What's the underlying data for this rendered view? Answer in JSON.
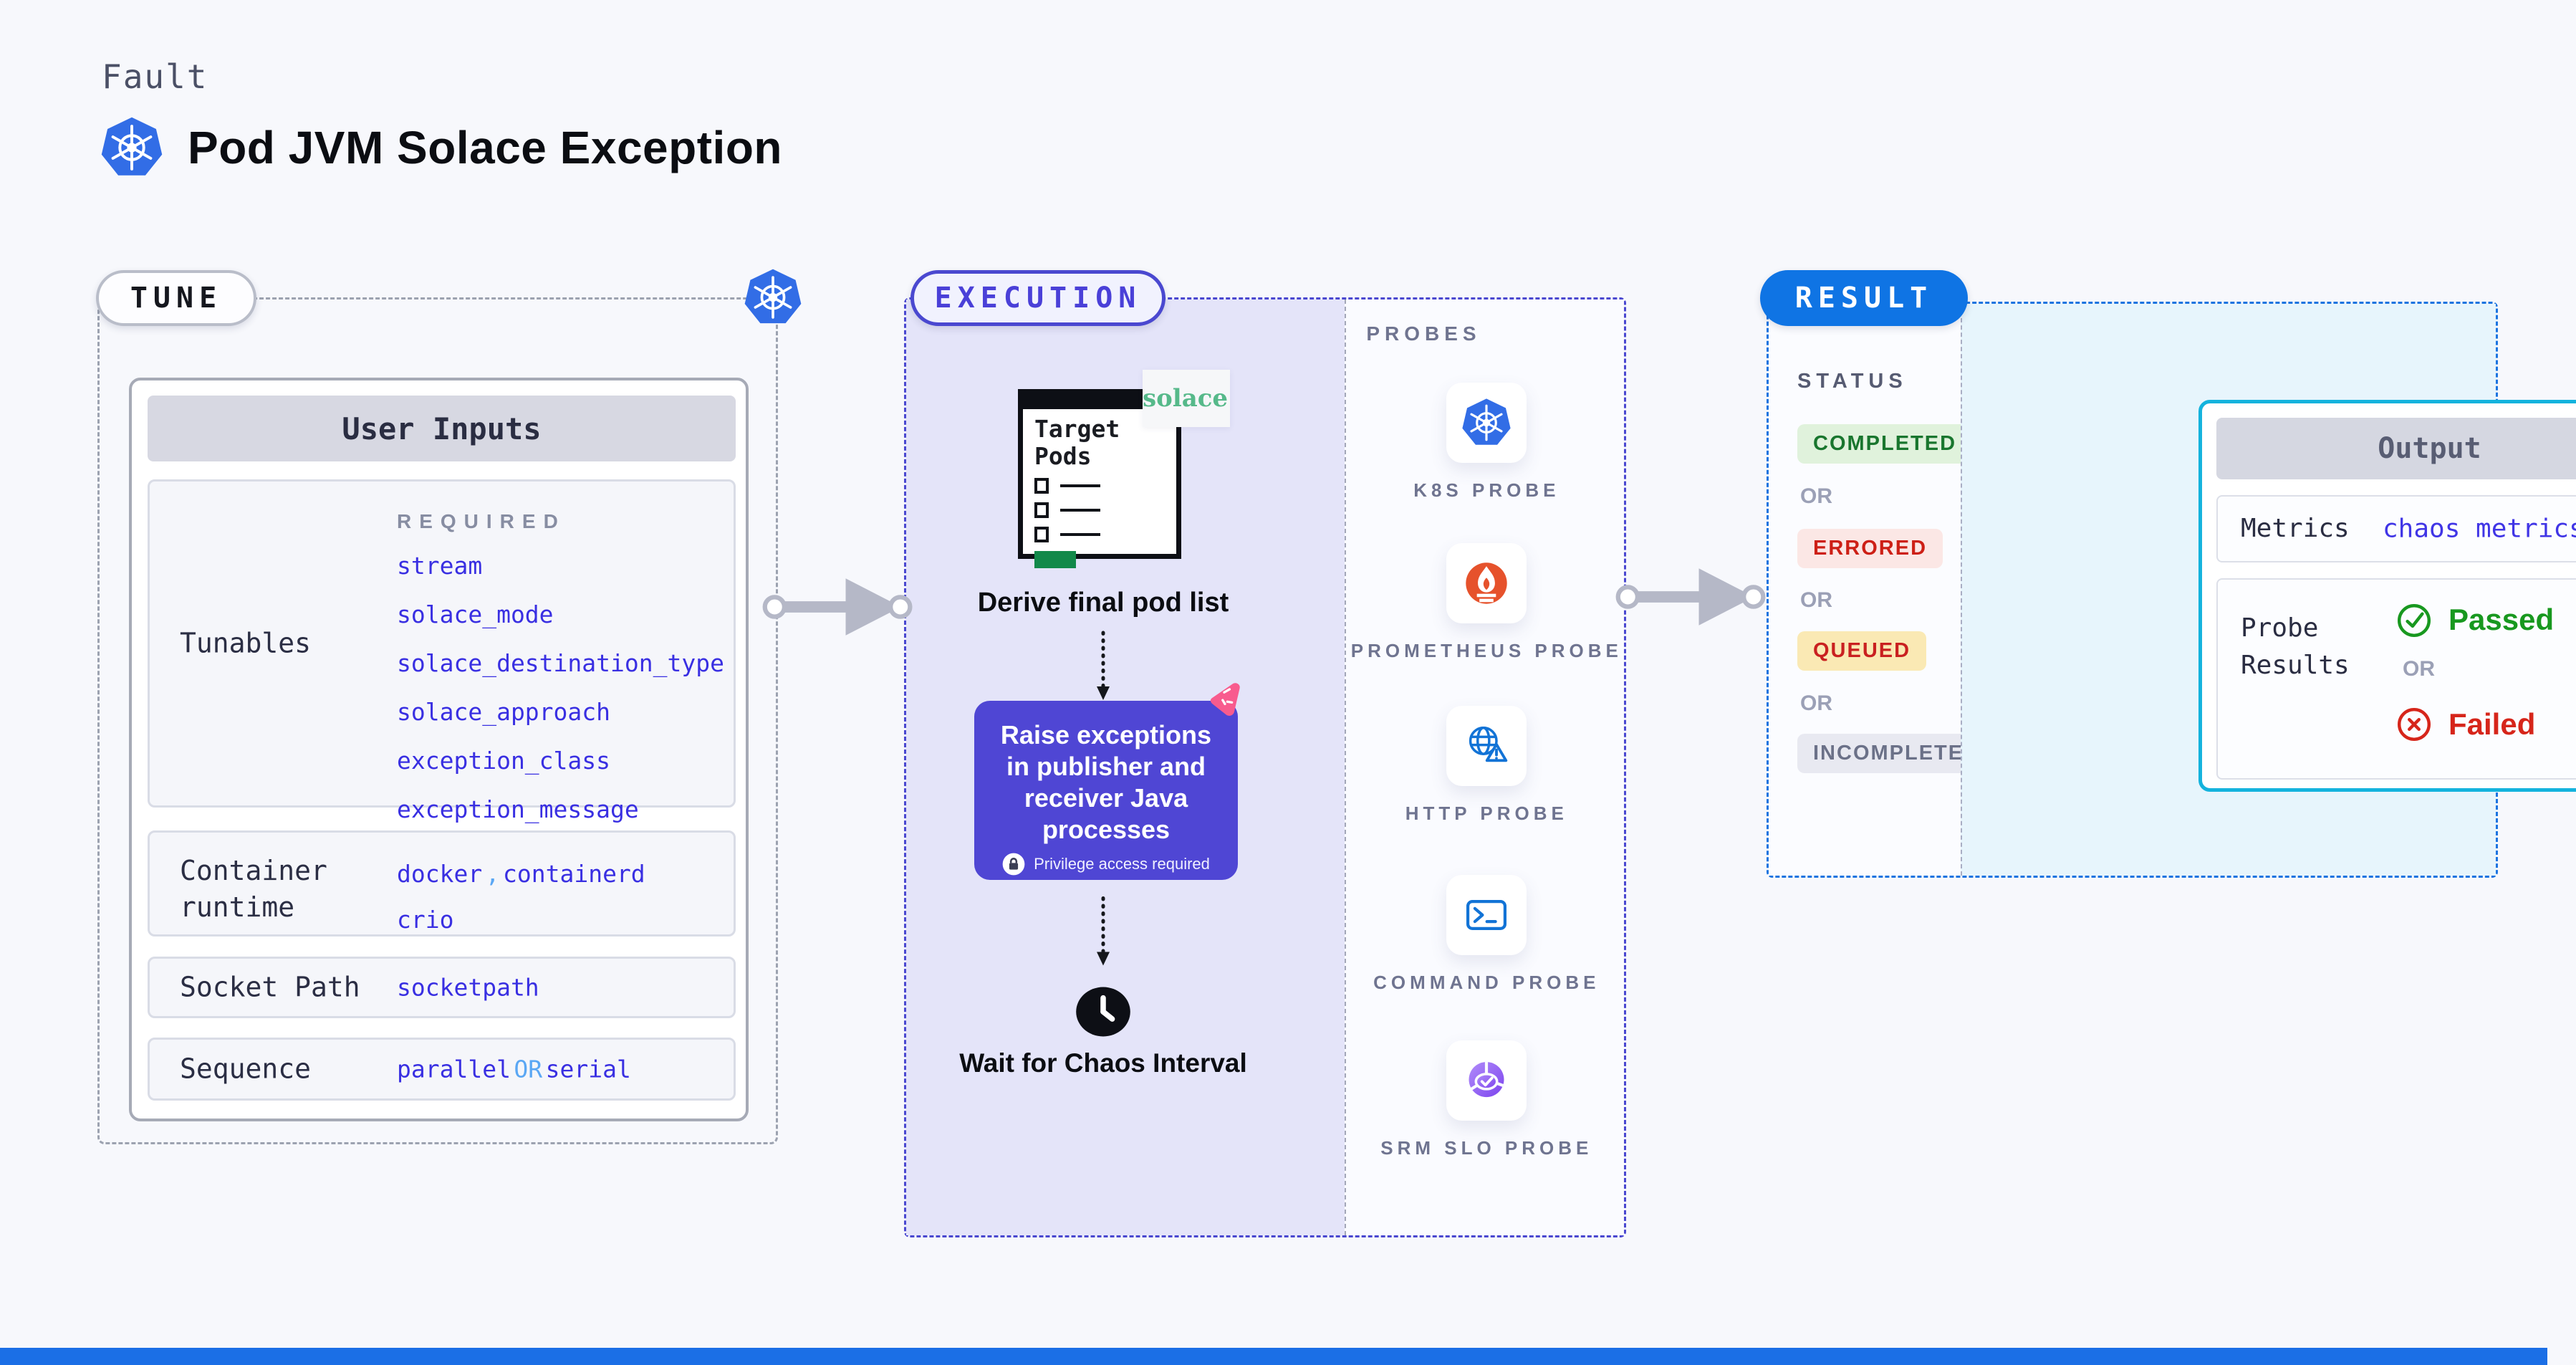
{
  "page": {
    "kicker": "Fault",
    "title": "Pod JVM Solace Exception"
  },
  "tune": {
    "label": "TUNE",
    "user_inputs": {
      "title": "User Inputs",
      "tunables": {
        "label": "Tunables",
        "required_label": "REQUIRED",
        "items": [
          "stream",
          "solace_mode",
          "solace_destination_type",
          "solace_approach",
          "exception_class",
          "exception_message"
        ]
      },
      "container_runtime": {
        "label": "Container runtime",
        "values": [
          "docker",
          "containerd",
          "crio"
        ],
        "separator": ","
      },
      "socket_path": {
        "label": "Socket Path",
        "value": "socketpath"
      },
      "sequence": {
        "label": "Sequence",
        "value_a": "parallel",
        "or_label": "OR",
        "value_b": "serial"
      }
    }
  },
  "execution": {
    "label": "EXECUTION",
    "target_pods_window_title": "Target Pods",
    "solace_logo_text": "solace",
    "derive_step": "Derive final pod list",
    "action_step": {
      "text": "Raise exceptions in publisher and receiver Java processes",
      "privilege_note": "Privilege access required"
    },
    "wait_step": "Wait for Chaos Interval",
    "probes": {
      "label": "PROBES",
      "items": [
        {
          "name": "K8S PROBE",
          "icon": "kubernetes-icon"
        },
        {
          "name": "PROMETHEUS PROBE",
          "icon": "prometheus-icon"
        },
        {
          "name": "HTTP PROBE",
          "icon": "http-globe-warning-icon"
        },
        {
          "name": "COMMAND PROBE",
          "icon": "terminal-icon"
        },
        {
          "name": "SRM SLO PROBE",
          "icon": "donut-check-icon"
        }
      ]
    }
  },
  "result": {
    "label": "RESULT",
    "status": {
      "label": "STATUS",
      "or_label": "OR",
      "badges": [
        {
          "text": "COMPLETED",
          "type": "completed"
        },
        {
          "text": "ERRORED",
          "type": "errored"
        },
        {
          "text": "QUEUED",
          "type": "queued"
        },
        {
          "text": "INCOMPLETED",
          "type": "incompleted"
        }
      ]
    },
    "output": {
      "title": "Output",
      "metrics_label": "Metrics",
      "metrics_value": "chaos metrics",
      "probe_results_label": "Probe Results",
      "passed_label": "Passed",
      "or_label": "OR",
      "failed_label": "Failed"
    }
  },
  "colors": {
    "page_background": "#f7f8fc",
    "kubernetes_blue": "#326de6",
    "execution_accent": "#4a48d0",
    "execution_fill": "#e4e4f9",
    "result_accent": "#0f74e4",
    "result_fill": "#e7f5fc",
    "output_border": "#14b3dd",
    "value_blue": "#392fe2",
    "value_light_blue": "#5aa7f4",
    "chaos_purple": "#4f46d4",
    "litmus_pink": "#f85b8e",
    "solace_green": "#56b98a",
    "prometheus_orange": "#e6522c",
    "passed_green": "#18981f",
    "failed_red": "#d6251a",
    "completed_badge": "#e0f2dc",
    "errored_badge": "#fbe7e5",
    "queued_badge": "#fae9b4",
    "incompleted_badge": "#e8e9f1",
    "arrow_gray": "#b5b8c7",
    "footer_blue": "#1b6fe6"
  }
}
